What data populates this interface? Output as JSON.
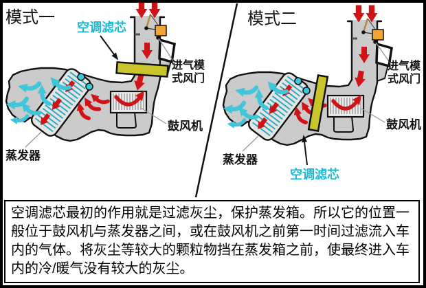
{
  "panels": [
    {
      "title": "模式一",
      "filter_label": "空调滤芯",
      "damper_label_line1": "进气模",
      "damper_label_line2": "式风门",
      "blower_label": "鼓风机",
      "evaporator_label": "蒸发器"
    },
    {
      "title": "模式二",
      "filter_label": "空调滤芯",
      "damper_label_line1": "进气模",
      "damper_label_line2": "式风门",
      "blower_label": "鼓风机",
      "evaporator_label": "蒸发器"
    }
  ],
  "caption": "空调滤芯最初的作用就是过滤灰尘，保护蒸发箱。所以它的位置一般位于鼓风机与蒸发器之间，或在鼓风机之前第一时间过滤流入车内的气体。将灰尘等较大的颗粒物挡在蒸发箱之前，使最终进入车内的冷/暖气没有较大的灰尘。",
  "colors": {
    "accent_cyan": "#1fb9cf",
    "filter_yellow": "#c9c42a",
    "arrow_red": "#cf1418",
    "arrow_cyan": "#3fc6da",
    "damper_orange": "#f2a437",
    "housing_gray": "#cbcbcb",
    "frame_black": "#000000"
  }
}
